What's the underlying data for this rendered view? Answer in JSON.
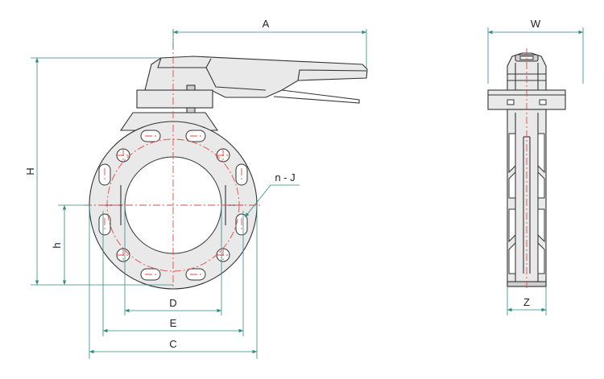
{
  "labels": {
    "A": "A",
    "W": "W",
    "H": "H",
    "h": "h",
    "nJ": "n - J",
    "D": "D",
    "E": "E",
    "C": "C",
    "Z": "Z"
  },
  "colors": {
    "dimension": "#2f8a82",
    "centerline": "#e04848",
    "body": "#e9e9e9",
    "stroke": "#333333"
  }
}
